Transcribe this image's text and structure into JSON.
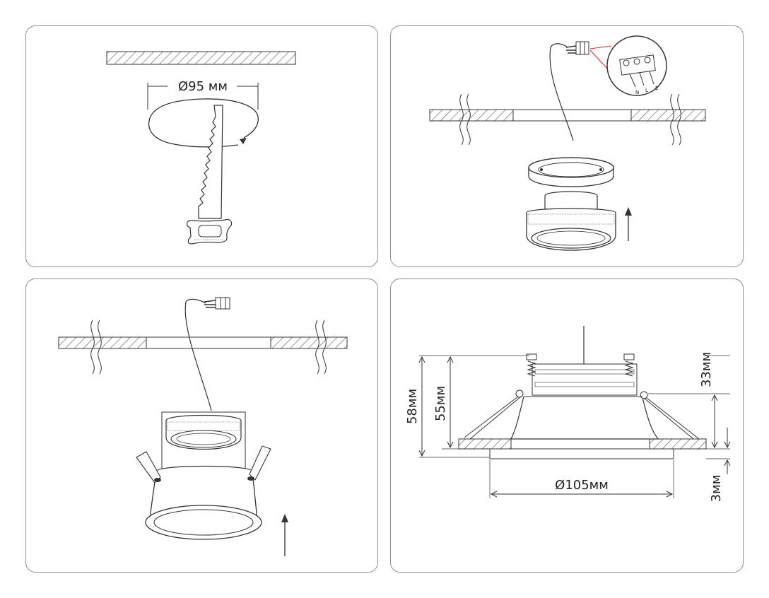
{
  "panels": {
    "cut": {
      "diameter_label": "Ø95 мм"
    },
    "wiring": {
      "terminal_labels": [
        "N",
        "L",
        "E"
      ]
    },
    "insert": {},
    "dimensions": {
      "height_total": "58мм",
      "height_body": "55мм",
      "height_top": "33мм",
      "flange_thickness": "3мм",
      "diameter_flange": "Ø105мм"
    }
  },
  "colors": {
    "line": "#333333",
    "hatch": "#555555",
    "accent_red": "#d8272f",
    "panel_border": "#8f8f8f"
  }
}
